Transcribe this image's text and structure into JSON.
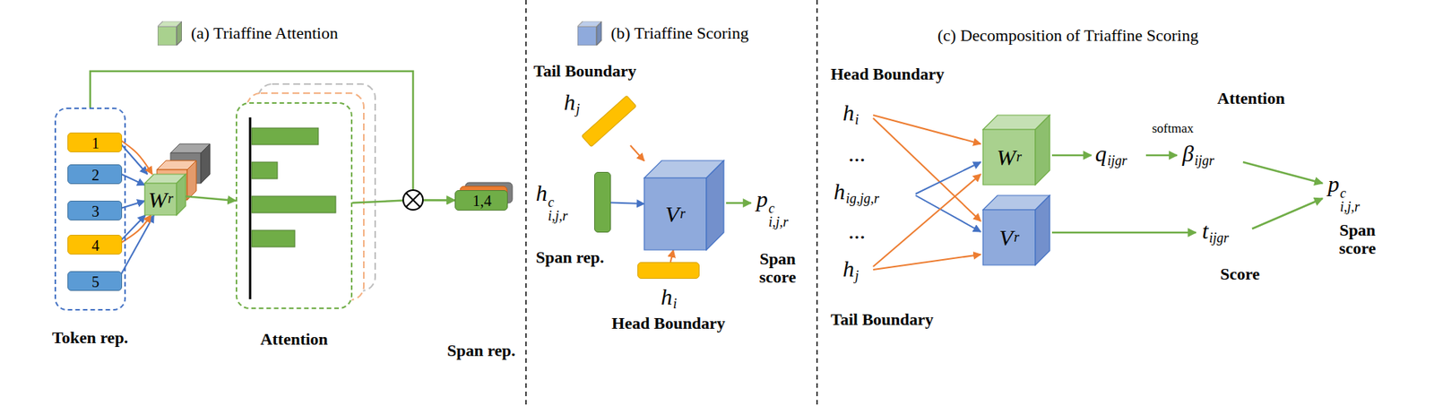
{
  "diagram": {
    "nodes": [
      {
        "text": [
          "Token rep."
        ]
      },
      {
        "text": [
          "1"
        ],
        "in": 0
      },
      {
        "text": [
          "2"
        ],
        "in": 0
      },
      {
        "text": [
          "3"
        ],
        "in": 0
      },
      {
        "text": [
          "4"
        ],
        "in": 0
      },
      {
        "text": [
          "5"
        ],
        "in": 0
      },
      {
        "text": [
          "Wr"
        ]
      },
      {
        "text": [
          "Attention"
        ]
      },
      {
        "text": [
          "1,4",
          "Span rep."
        ]
      },
      {
        "text": [
          "Tail Boundary",
          "hj"
        ]
      },
      {
        "text": [
          "hci,j,r",
          "Span rep."
        ]
      },
      {
        "text": [
          "Vr"
        ]
      },
      {
        "text": [
          "hi",
          "Head Boundary"
        ]
      },
      {
        "text": [
          "Wr"
        ]
      },
      {
        "text": [
          "Vr"
        ]
      }
    ],
    "edges": [
      {
        "from": 1,
        "to": 6,
        "arrow": "to"
      },
      {
        "from": 2,
        "to": 6,
        "arrow": "to"
      },
      {
        "from": 3,
        "to": 6,
        "arrow": "to"
      },
      {
        "from": 4,
        "to": 6,
        "arrow": "to"
      },
      {
        "from": 5,
        "to": 6,
        "arrow": "to"
      },
      {
        "from": 1,
        "to": 6,
        "arrow": "to"
      },
      {
        "from": 4,
        "to": 6,
        "arrow": "to"
      },
      {
        "from": 6,
        "to": 7,
        "arrow": "to"
      },
      {
        "from": 7,
        "to": 8,
        "arrow": "to"
      },
      {
        "from": 0,
        "to": 8,
        "arrow": "to"
      },
      {
        "from": 9,
        "to": 11,
        "arrow": "to"
      },
      {
        "from": 10,
        "to": 11,
        "arrow": "to"
      },
      {
        "from": 12,
        "to": 11,
        "arrow": "to"
      }
    ],
    "labels": [
      "(c) Decomposition of Triaffine Scoring",
      "pci,j,r",
      "Span score",
      "Head Boundary",
      "hi",
      "...",
      "hig,jg,r",
      "...",
      "hj",
      "Tail Boundary",
      "qijgr",
      "softmax",
      "Attention",
      "βijgr",
      "tijgr",
      "Score",
      "pci,j,r",
      "Span score"
    ],
    "legend": [
      {
        "text": "(a) Triaffine Attention",
        "color": "#a9d18e"
      },
      {
        "text": "(b) Triaffine Scoring",
        "color": "#8faadc"
      }
    ]
  }
}
